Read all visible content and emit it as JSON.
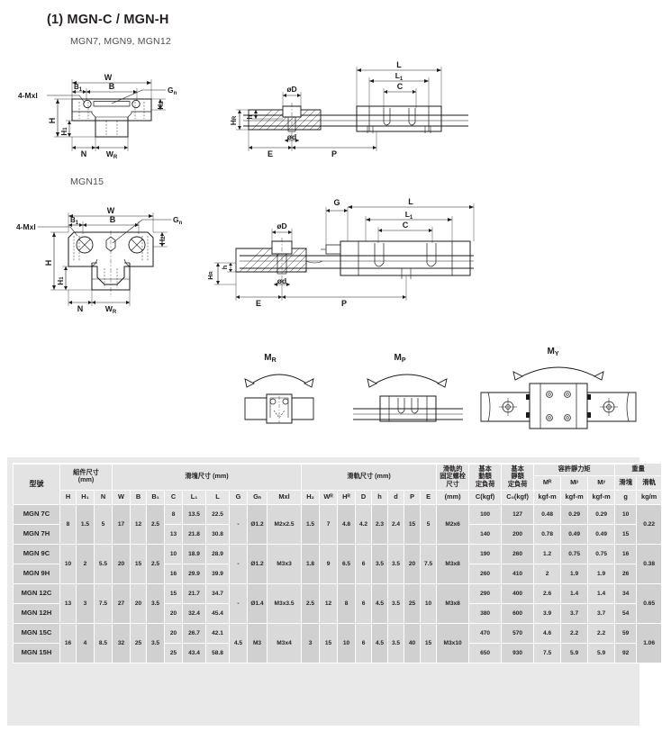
{
  "header": {
    "title": "(1) MGN-C / MGN-H",
    "subtitle_top": "MGN7, MGN9, MGN12",
    "subtitle_bottom": "MGN15"
  },
  "diagram_labels": {
    "W": "W",
    "B": "B",
    "B1": "B",
    "B1_sub": "1",
    "Gn": "G",
    "Gn_sub": "n",
    "mounting_hole": "4-Mxl",
    "H": "H",
    "H1": "H",
    "H1_sub": "1",
    "H2": "H",
    "H2_sub": "2",
    "N": "N",
    "WR": "W",
    "WR_sub": "R",
    "L": "L",
    "L1": "L",
    "L1_sub": "1",
    "C": "C",
    "G": "G",
    "D": "øD",
    "d": "ød",
    "h": "h",
    "HR": "H",
    "HR_sub": "R",
    "E": "E",
    "P": "P",
    "MR": "M",
    "MR_sub": "R",
    "MP": "M",
    "MP_sub": "P",
    "MY": "M",
    "MY_sub": "Y"
  },
  "table": {
    "model_header": "型號",
    "groups": [
      {
        "label": "組件尺寸\n(mm)",
        "line1": "組件尺寸",
        "line2": "(mm)"
      },
      {
        "label": "滑塊尺寸 (mm)",
        "line1": "滑塊尺寸 (mm)",
        "line2": ""
      },
      {
        "label": "滑軌尺寸 (mm)",
        "line1": "滑軌尺寸 (mm)",
        "line2": ""
      },
      {
        "line1": "滑軌的",
        "line2": "固定螺栓",
        "line3": "尺寸"
      },
      {
        "line1": "基本",
        "line2": "動額",
        "line3": "定負荷"
      },
      {
        "line1": "基本",
        "line2": "靜額",
        "line3": "定負荷"
      },
      {
        "line1": "容許靜力矩",
        "line2": ""
      },
      {
        "line1": "重量",
        "line2": ""
      }
    ],
    "symbols": {
      "H": "H",
      "H1": "H₁",
      "N": "N",
      "W": "W",
      "B": "B",
      "B1": "B₁",
      "C": "C",
      "L1": "L₁",
      "L": "L",
      "G": "G",
      "Gn": "Gₙ",
      "Mxl": "Mxl",
      "H2": "H₂",
      "WR": "Wᴿ",
      "HR": "Hᴿ",
      "D": "D",
      "h": "h",
      "d": "d",
      "P": "P",
      "E": "E",
      "bolt_mm": "(mm)",
      "C_kgf": "C(kgf)",
      "C0_kgf": "C₀(kgf)",
      "MR": "Mᴿ",
      "MP": "Mᵖ",
      "MY": "Mʸ",
      "kgf_m": "kgf-m",
      "block_g": "g",
      "rail_kgm": "kg/m",
      "block_cn": "滑塊",
      "rail_cn": "滑軌"
    },
    "groups_pairs": [
      {
        "models": [
          "MGN 7C",
          "MGN 7H"
        ],
        "H": "8",
        "H1": "1.5",
        "N": "5",
        "W": "17",
        "B": "12",
        "B1": "2.5",
        "C": [
          "8",
          "13"
        ],
        "L1": [
          "13.5",
          "21.8"
        ],
        "L": [
          "22.5",
          "30.8"
        ],
        "G": "-",
        "Gn": "Ø1.2",
        "Mxl": "M2x2.5",
        "H2": "1.5",
        "WR": "7",
        "HR": "4.8",
        "D": "4.2",
        "h": "2.3",
        "d": "2.4",
        "P": "15",
        "E": "5",
        "bolt": "M2x6",
        "C_kgf": [
          "100",
          "140"
        ],
        "C0_kgf": [
          "127",
          "200"
        ],
        "MR": [
          "0.48",
          "0.78"
        ],
        "MP": [
          "0.29",
          "0.49"
        ],
        "MY": [
          "0.29",
          "0.49"
        ],
        "block_g": [
          "10",
          "15"
        ],
        "rail_kgm": "0.22"
      },
      {
        "models": [
          "MGN 9C",
          "MGN 9H"
        ],
        "H": "10",
        "H1": "2",
        "N": "5.5",
        "W": "20",
        "B": "15",
        "B1": "2.5",
        "C": [
          "10",
          "16"
        ],
        "L1": [
          "18.9",
          "29.9"
        ],
        "L": [
          "28.9",
          "39.9"
        ],
        "G": "-",
        "Gn": "Ø1.2",
        "Mxl": "M3x3",
        "H2": "1.8",
        "WR": "9",
        "HR": "6.5",
        "D": "6",
        "h": "3.5",
        "d": "3.5",
        "P": "20",
        "E": "7.5",
        "bolt": "M3x8",
        "C_kgf": [
          "190",
          "260"
        ],
        "C0_kgf": [
          "260",
          "410"
        ],
        "MR": [
          "1.2",
          "2"
        ],
        "MP": [
          "0.75",
          "1.9"
        ],
        "MY": [
          "0.75",
          "1.9"
        ],
        "block_g": [
          "16",
          "26"
        ],
        "rail_kgm": "0.38"
      },
      {
        "models": [
          "MGN 12C",
          "MGN 12H"
        ],
        "H": "13",
        "H1": "3",
        "N": "7.5",
        "W": "27",
        "B": "20",
        "B1": "3.5",
        "C": [
          "15",
          "20"
        ],
        "L1": [
          "21.7",
          "32.4"
        ],
        "L": [
          "34.7",
          "45.4"
        ],
        "G": "-",
        "Gn": "Ø1.4",
        "Mxl": "M3x3.5",
        "H2": "2.5",
        "WR": "12",
        "HR": "8",
        "D": "6",
        "h": "4.5",
        "d": "3.5",
        "P": "25",
        "E": "10",
        "bolt": "M3x8",
        "C_kgf": [
          "290",
          "380"
        ],
        "C0_kgf": [
          "400",
          "600"
        ],
        "MR": [
          "2.6",
          "3.9"
        ],
        "MP": [
          "1.4",
          "3.7"
        ],
        "MY": [
          "1.4",
          "3.7"
        ],
        "block_g": [
          "34",
          "54"
        ],
        "rail_kgm": "0.65"
      },
      {
        "models": [
          "MGN 15C",
          "MGN 15H"
        ],
        "H": "16",
        "H1": "4",
        "N": "8.5",
        "W": "32",
        "B": "25",
        "B1": "3.5",
        "C": [
          "20",
          "25"
        ],
        "L1": [
          "26.7",
          "43.4"
        ],
        "L": [
          "42.1",
          "58.8"
        ],
        "G": "4.5",
        "Gn": "M3",
        "Mxl": "M3x4",
        "H2": "3",
        "WR": "15",
        "HR": "10",
        "D": "6",
        "h": "4.5",
        "d": "3.5",
        "P": "40",
        "E": "15",
        "bolt": "M3x10",
        "C_kgf": [
          "470",
          "650"
        ],
        "C0_kgf": [
          "570",
          "930"
        ],
        "MR": [
          "4.6",
          "7.5"
        ],
        "MP": [
          "2.2",
          "5.9"
        ],
        "MY": [
          "2.2",
          "5.9"
        ],
        "block_g": [
          "59",
          "92"
        ],
        "rail_kgm": "1.06"
      }
    ]
  },
  "colors": {
    "page_bg": "#ffffff",
    "table_bg": "#e9e9e9",
    "model_cell": "#d2d2d2",
    "line": "#1a1a1a"
  }
}
